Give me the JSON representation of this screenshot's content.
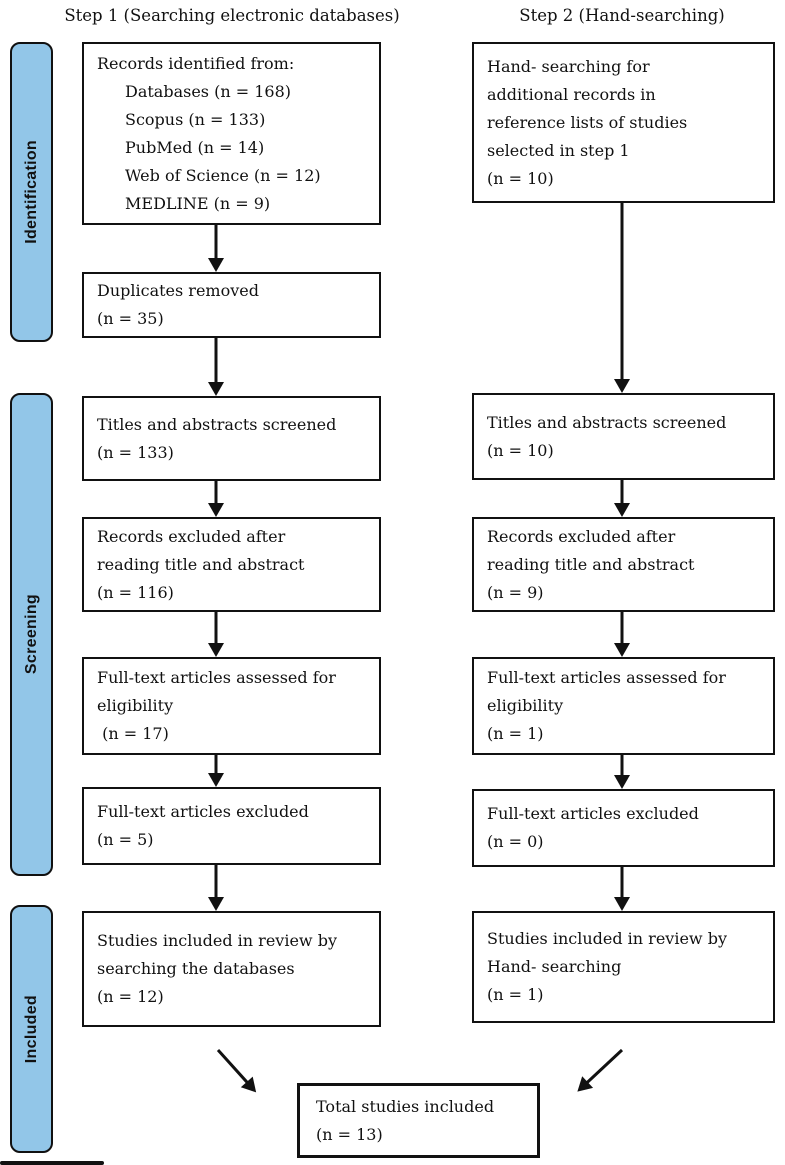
{
  "accent_color": "#92C6E8",
  "sidebar": {
    "identification_label": "Identification",
    "screening_label": "Screening",
    "included_label": "Included"
  },
  "step1": {
    "title": "Step 1 (Searching electronic databases)",
    "records_identified_box": {
      "intro": "Records identified from:",
      "sources": [
        "Databases (n = 168)",
        "Scopus (n = 133)",
        "PubMed (n = 14)",
        "Web of Science (n = 12)",
        "MEDLINE (n = 9)"
      ]
    },
    "duplicates_removed_box": {
      "lines": [
        "Duplicates removed",
        "(n = 35)"
      ]
    },
    "titles_screened_box": {
      "lines": [
        "Titles and abstracts screened",
        "(n = 133)"
      ]
    },
    "records_excluded_box": {
      "lines": [
        "Records excluded after",
        "reading title and abstract",
        "(n = 116)"
      ]
    },
    "fulltext_assessed_box": {
      "lines": [
        "Full-text articles assessed for",
        "eligibility",
        " (n = 17)"
      ]
    },
    "fulltext_excluded_box": {
      "lines": [
        "Full-text articles excluded",
        "(n = 5)"
      ]
    },
    "studies_included_box": {
      "lines": [
        "Studies included in review by",
        "searching the databases",
        "(n = 12)"
      ]
    }
  },
  "step2": {
    "title": "Step 2 (Hand-searching)",
    "handsearch_box": {
      "lines": [
        "Hand- searching for",
        "additional records in",
        "reference lists of studies",
        "selected in step 1",
        "(n = 10)"
      ]
    },
    "titles_screened_box": {
      "lines": [
        "Titles and abstracts screened",
        "(n = 10)"
      ]
    },
    "records_excluded_box": {
      "lines": [
        "Records excluded after",
        "reading title and abstract",
        "(n = 9)"
      ]
    },
    "fulltext_assessed_box": {
      "lines": [
        "Full-text articles assessed for",
        "eligibility",
        "(n = 1)"
      ]
    },
    "fulltext_excluded_box": {
      "lines": [
        "Full-text articles excluded",
        "(n = 0)"
      ]
    },
    "studies_included_box": {
      "lines": [
        "Studies included in review by",
        "Hand- searching",
        "(n = 1)"
      ]
    }
  },
  "total_box": {
    "lines": [
      "Total studies included",
      "(n = 13)"
    ]
  }
}
